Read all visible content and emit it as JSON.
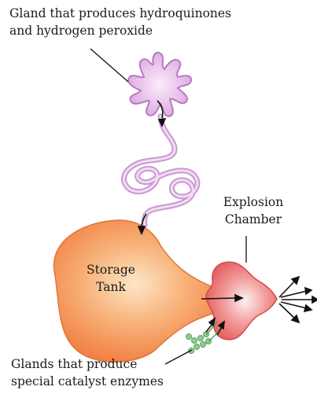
{
  "labels": {
    "gland_top_line1": "Gland that produces hydroquinones",
    "gland_top_line2": "and hydrogen peroxide",
    "explosion_line1": "Explosion",
    "explosion_line2": "Chamber",
    "storage_line1": "Storage",
    "storage_line2": "Tank",
    "glands_bottom_line1": "Glands that produce",
    "glands_bottom_line2": "special catalyst enzymes"
  },
  "colors": {
    "gland_fill": "#e6b8e6",
    "gland_stroke": "#b57bc0",
    "duct": "#c79ad0",
    "tank_fill": "#f59a5e",
    "tank_highlight": "#fde6c8",
    "chamber_fill": "#f07474",
    "chamber_highlight": "#fde6e6",
    "catalyst_glands": "#8fce8f",
    "arrow": "#111111"
  }
}
